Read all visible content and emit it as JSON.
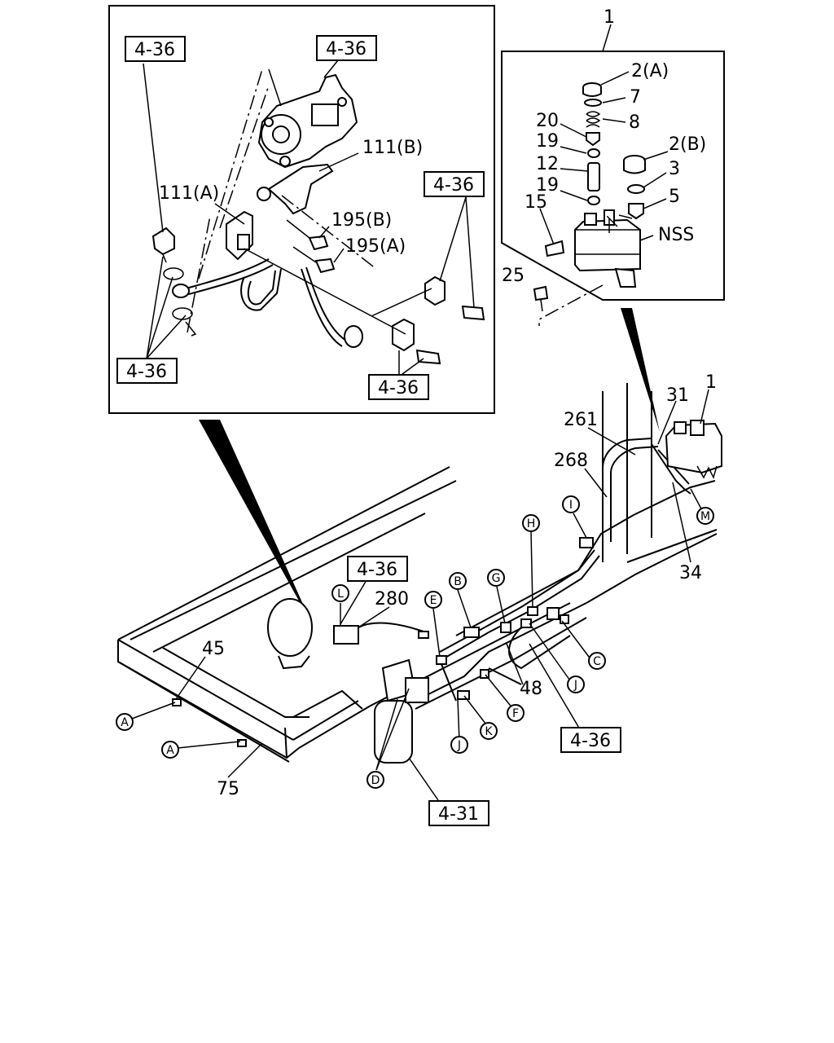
{
  "diagram": {
    "inset_left": {
      "refs": [
        "4-36",
        "4-36",
        "4-36",
        "4-36",
        "4-36"
      ],
      "parts": [
        "111(B)",
        "111(A)",
        "195(B)",
        "195(A)"
      ]
    },
    "inset_right": {
      "callout": "1",
      "parts": [
        "2(A)",
        "7",
        "8",
        "20",
        "19",
        "12",
        "19",
        "15",
        "2(B)",
        "3",
        "5",
        "NSS",
        "25"
      ]
    },
    "main": {
      "parts": [
        "31",
        "1",
        "261",
        "268",
        "34",
        "280",
        "45",
        "48",
        "75"
      ],
      "refs": [
        "4-36",
        "4-36",
        "4-31"
      ],
      "markers": [
        "A",
        "A",
        "B",
        "C",
        "D",
        "E",
        "F",
        "G",
        "H",
        "I",
        "J",
        "J",
        "K",
        "L",
        "M"
      ]
    }
  }
}
